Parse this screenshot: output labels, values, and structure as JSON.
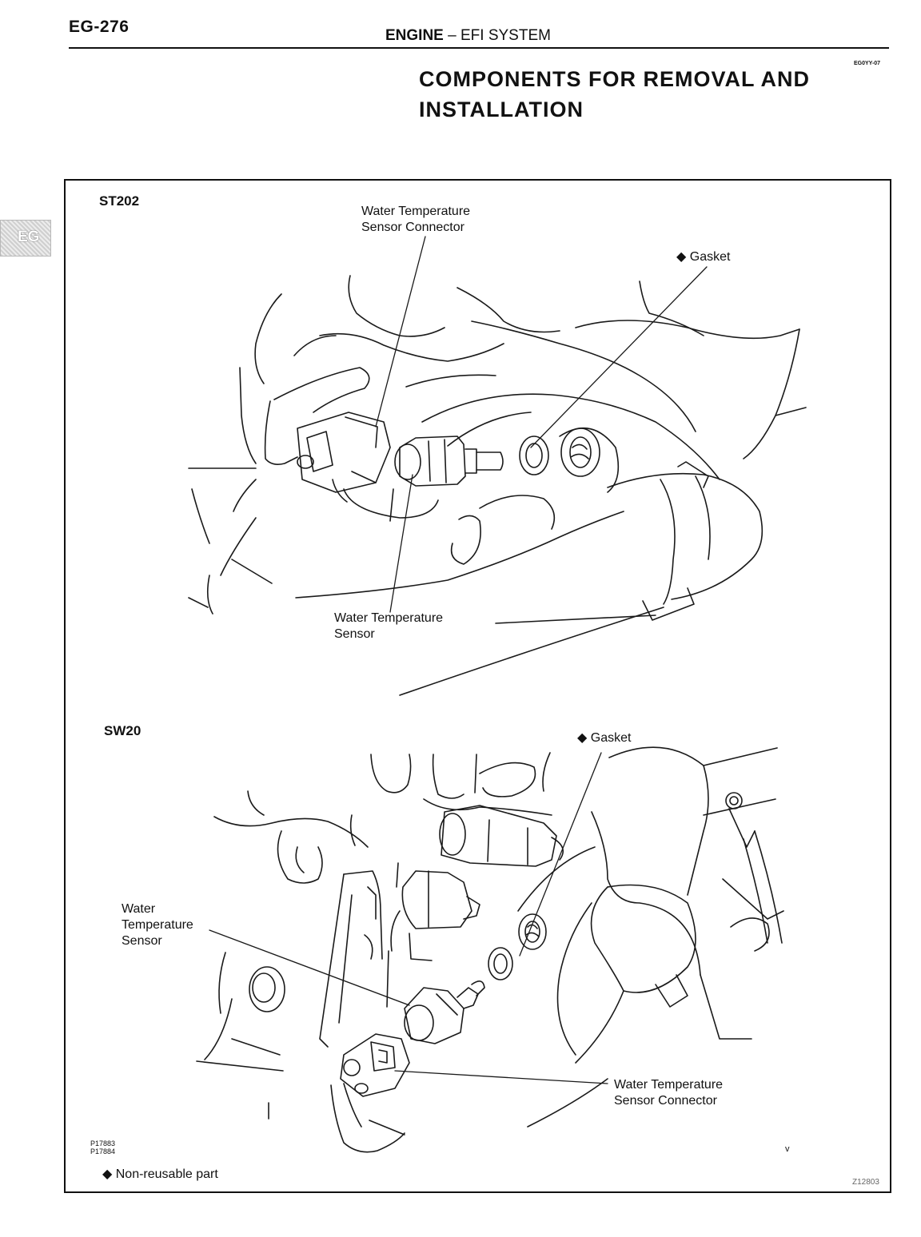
{
  "header": {
    "page_number": "EG-276",
    "section_major": "ENGINE",
    "section_separator": " – ",
    "section_minor": "EFI SYSTEM",
    "doc_code": "EG0YY-07"
  },
  "title": {
    "line1": "COMPONENTS FOR REMOVAL AND",
    "line2": "INSTALLATION"
  },
  "side_tab": {
    "label": "EG"
  },
  "diagrams": {
    "st202": {
      "model": "ST202",
      "connector_line1": "Water Temperature",
      "connector_line2": "Sensor Connector",
      "gasket": "◆ Gasket",
      "sensor_line1": "Water Temperature",
      "sensor_line2": "Sensor"
    },
    "sw20": {
      "model": "SW20",
      "gasket": "◆ Gasket",
      "sensor_line1": "Water",
      "sensor_line2": "Temperature",
      "sensor_line3": "Sensor",
      "connector_line1": "Water Temperature",
      "connector_line2": "Sensor Connector"
    }
  },
  "footer": {
    "ref1": "P17883",
    "ref2": "P17884",
    "legend": "◆ Non-reusable part",
    "mark": "v",
    "fig_code": "Z12803"
  }
}
